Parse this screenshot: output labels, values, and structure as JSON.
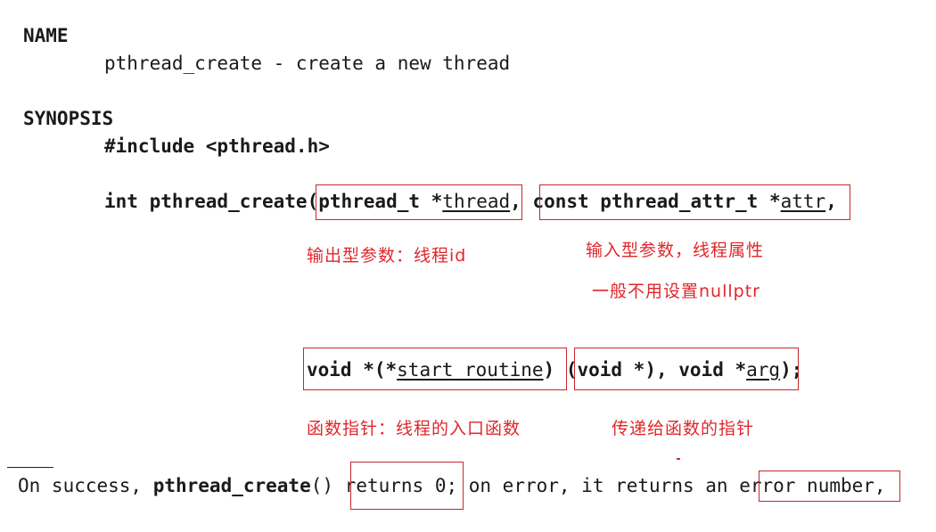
{
  "name_section": {
    "heading": "NAME",
    "line": "pthread_create - create a new thread"
  },
  "synopsis_section": {
    "heading": "SYNOPSIS",
    "include": "#include <pthread.h>",
    "sig_line1": {
      "prefix": "int pthread_create(",
      "p1_type": "pthread_t *",
      "p1_name": "thread",
      "sep1": ", ",
      "p2_type": "const pthread_attr_t *",
      "p2_name": "attr",
      "suffix": ","
    },
    "sig_line2": {
      "p3_a": "void *(*",
      "p3_name": "start_routine",
      "p3_b": ") ",
      "p3_c": "(void *), void *",
      "p4_name": "arg",
      "suffix": ");"
    }
  },
  "annotations": {
    "thread_note": "输出型参数：线程id",
    "attr_note_1": "输入型参数，线程属性",
    "attr_note_2": "一般不用设置nullptr",
    "routine_note": "函数指针：线程的入口函数",
    "arg_note": "传递给函数的指针"
  },
  "return_line": {
    "part1": "On success, ",
    "func": "pthread_create",
    "part2": "() ",
    "ret0": "returns 0",
    "part3": "; on error, it returns an ",
    "errnum": "error number",
    "part4": ","
  },
  "colors": {
    "annotation_red": "#e0262b",
    "box_red": "#c8262b"
  }
}
